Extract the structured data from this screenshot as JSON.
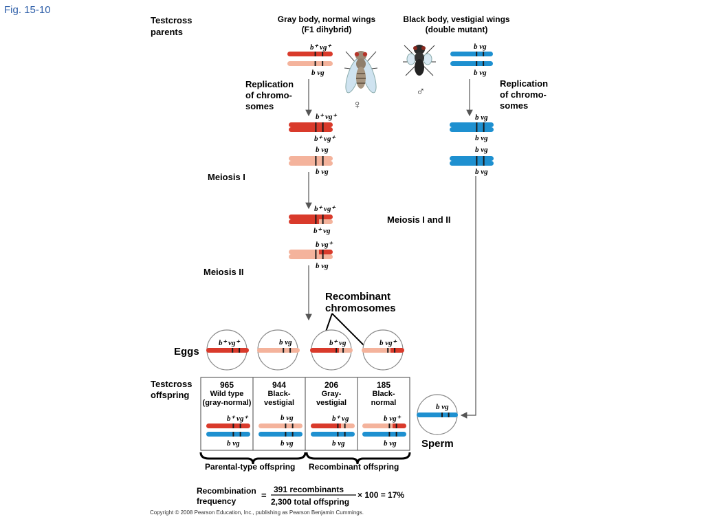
{
  "figure_label": "Fig. 15-10",
  "headings": {
    "testcross_parents": [
      "Testcross",
      "parents"
    ],
    "female_parent": [
      "Gray body, normal wings",
      "(F1 dihybrid)"
    ],
    "male_parent": [
      "Black body, vestigial wings",
      "(double mutant)"
    ],
    "female_symbol": "♀",
    "male_symbol": "♂"
  },
  "steps": {
    "replication_left": [
      "Replication",
      "of chromo-",
      "somes"
    ],
    "replication_right": [
      "Replication",
      "of chromo-",
      "somes"
    ],
    "meiosis_1": "Meiosis I",
    "meiosis_2": "Meiosis II",
    "meiosis_1_and_2": "Meiosis I and II",
    "recombinant_chromosomes": [
      "Recombinant",
      "chromosomes"
    ]
  },
  "gene_labels": {
    "wild": "b⁺ vg⁺",
    "mutant": "b  vg",
    "gray_vestigial": "b⁺ vg",
    "black_normal": "b  vg⁺"
  },
  "eggs_label": "Eggs",
  "sperm_label": "Sperm",
  "testcross_offspring_label": [
    "Testcross",
    "offspring"
  ],
  "offspring": [
    {
      "count": "965",
      "phenotype": [
        "Wild type",
        "(gray-normal)"
      ],
      "top_gene": "b⁺ vg⁺",
      "bottom_gene": "b  vg"
    },
    {
      "count": "944",
      "phenotype": [
        "Black-",
        "vestigial"
      ],
      "top_gene": "b  vg",
      "bottom_gene": "b  vg"
    },
    {
      "count": "206",
      "phenotype": [
        "Gray-",
        "vestigial"
      ],
      "top_gene": "b⁺ vg",
      "bottom_gene": "b  vg"
    },
    {
      "count": "185",
      "phenotype": [
        "Black-",
        "normal"
      ],
      "top_gene": "b  vg⁺",
      "bottom_gene": "b  vg"
    }
  ],
  "groups": {
    "parental": "Parental-type offspring",
    "recombinant": "Recombinant offspring"
  },
  "formula": {
    "label": [
      "Recombination",
      "frequency"
    ],
    "equals": "=",
    "numerator": "391 recombinants",
    "denominator": "2,300 total offspring",
    "result": "× 100 = 17%"
  },
  "copyright": "Copyright © 2008 Pearson Education, Inc., publishing as Pearson Benjamin Cummings.",
  "colors": {
    "red": "#d93a2b",
    "pink": "#f4b39c",
    "blue": "#1e90d0",
    "band": "#1a1a1a",
    "arrow": "#555555",
    "fig_label": "#2d5ea8"
  }
}
